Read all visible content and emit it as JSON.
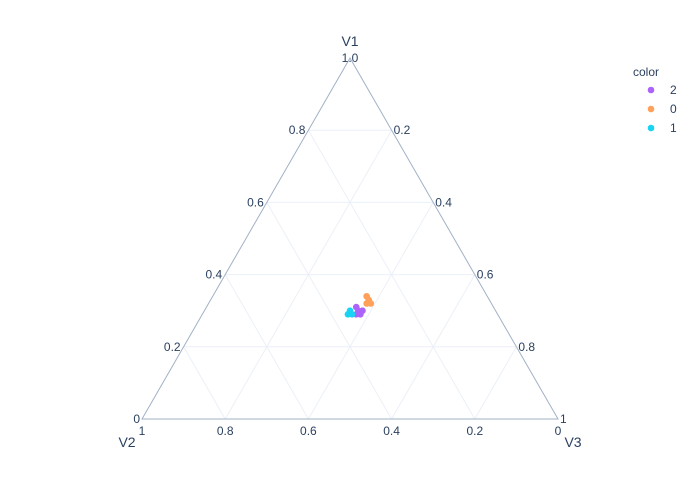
{
  "chart_data": {
    "type": "scatter",
    "subtype": "ternary",
    "axes": {
      "a": {
        "title": "V1",
        "ticks": [
          "0.2",
          "0.4",
          "0.6",
          "0.8",
          "1.0"
        ],
        "zero_label": "0"
      },
      "b": {
        "title": "V2",
        "ticks": [
          "0.2",
          "0.4",
          "0.6",
          "0.8",
          "1"
        ],
        "zero_label": "0"
      },
      "c": {
        "title": "V3",
        "ticks": [
          "0.2",
          "0.4",
          "0.6",
          "0.8",
          "1"
        ],
        "zero_label": "0"
      }
    },
    "grid": true,
    "legend": {
      "title": "color",
      "position": "top-right",
      "items": [
        {
          "name": "2",
          "color": "#ab63fa"
        },
        {
          "name": "0",
          "color": "#ffa15a"
        },
        {
          "name": "1",
          "color": "#19d3f3"
        }
      ]
    },
    "series": [
      {
        "name": "2",
        "color": "#ab63fa",
        "points": [
          {
            "a": 0.31,
            "b": 0.33,
            "c": 0.36
          },
          {
            "a": 0.3,
            "b": 0.33,
            "c": 0.37
          },
          {
            "a": 0.3,
            "b": 0.32,
            "c": 0.38
          },
          {
            "a": 0.29,
            "b": 0.34,
            "c": 0.37
          },
          {
            "a": 0.29,
            "b": 0.33,
            "c": 0.38
          }
        ]
      },
      {
        "name": "0",
        "color": "#ffa15a",
        "points": [
          {
            "a": 0.34,
            "b": 0.29,
            "c": 0.37
          },
          {
            "a": 0.33,
            "b": 0.29,
            "c": 0.38
          },
          {
            "a": 0.32,
            "b": 0.29,
            "c": 0.39
          },
          {
            "a": 0.32,
            "b": 0.3,
            "c": 0.38
          }
        ]
      },
      {
        "name": "1",
        "color": "#19d3f3",
        "points": [
          {
            "a": 0.29,
            "b": 0.35,
            "c": 0.36
          },
          {
            "a": 0.29,
            "b": 0.36,
            "c": 0.35
          },
          {
            "a": 0.3,
            "b": 0.35,
            "c": 0.35
          }
        ]
      }
    ]
  }
}
